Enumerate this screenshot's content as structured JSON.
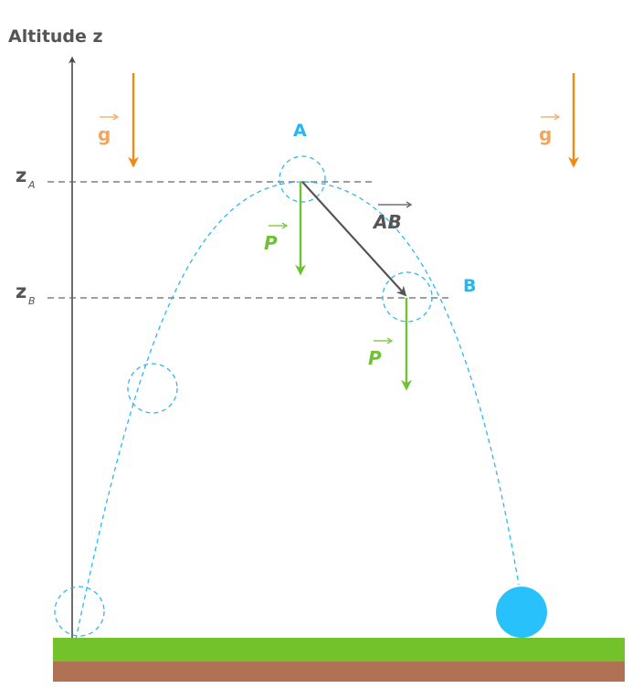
{
  "axis": {
    "label": "Altitude z"
  },
  "levels": [
    {
      "main": "z",
      "sub": "A"
    },
    {
      "main": "z",
      "sub": "B"
    }
  ],
  "points": {
    "a": "A",
    "b": "B"
  },
  "vectors": {
    "g": "g",
    "p": "P",
    "ab": "AB"
  },
  "colors": {
    "trajectory": "#2bb8f0",
    "ball": "#29c1fb",
    "gravity": "#f08a12",
    "gravity_label": "#f4a55a",
    "weight": "#71c135",
    "ab_vector": "#555555",
    "axis": "#4a4a4a",
    "guide": "#666666",
    "grass": "#74c22b",
    "soil": "#b07154"
  }
}
